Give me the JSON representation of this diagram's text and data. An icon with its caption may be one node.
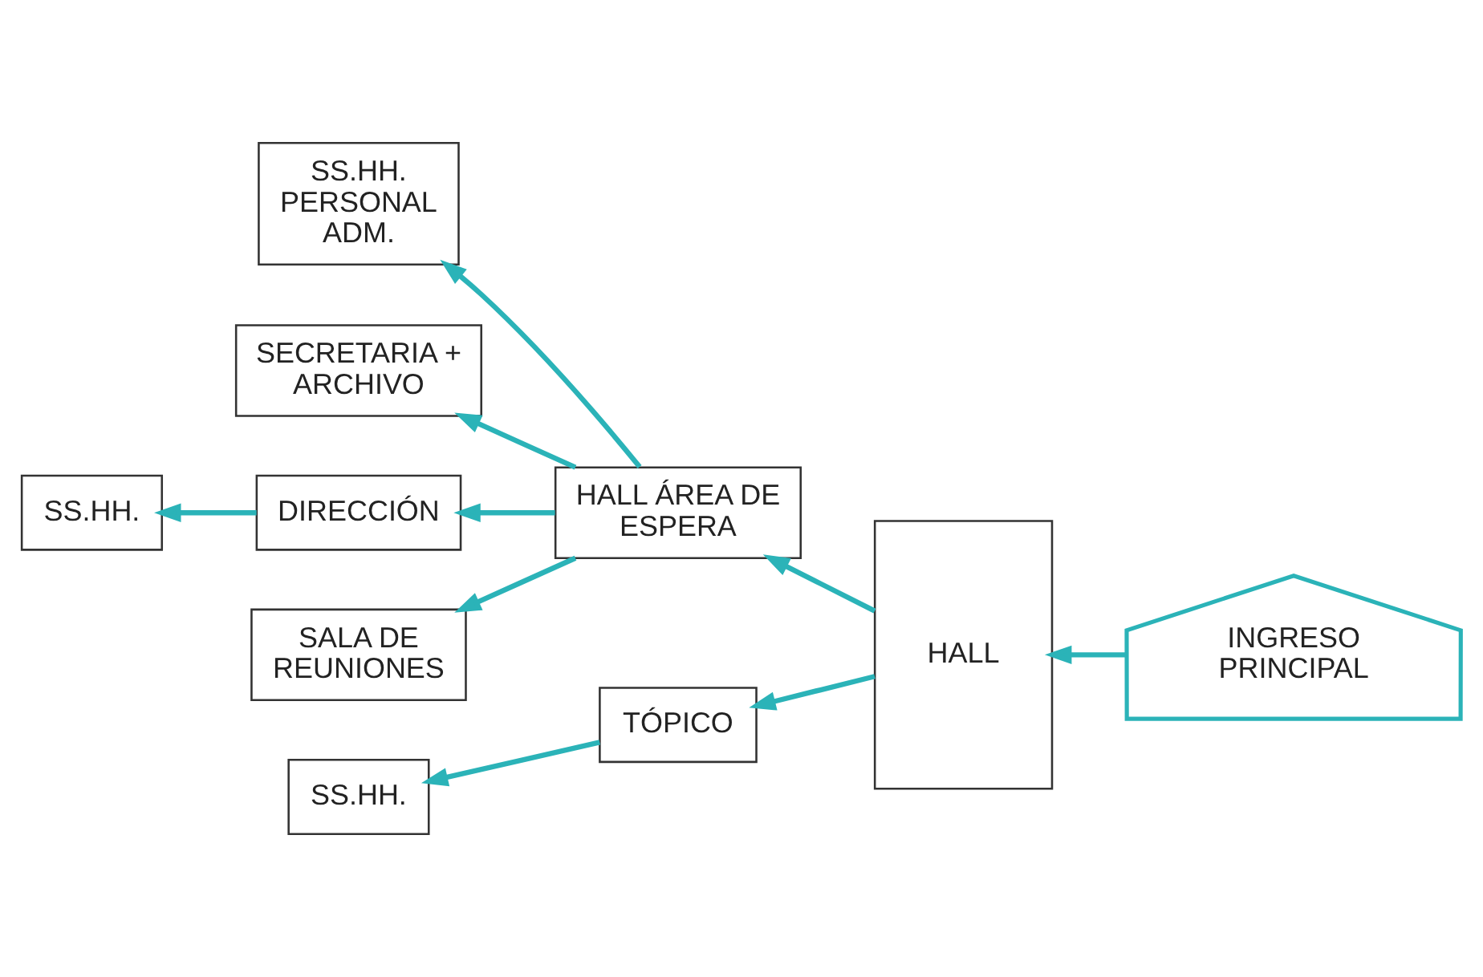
{
  "diagram": {
    "nodes": [
      {
        "text": [
          "SS.HH. PERSONAL ADM."
        ]
      },
      {
        "text": [
          "SECRETARIA + ARCHIVO"
        ]
      },
      {
        "text": [
          "HALL ÁREA DE ESPERA"
        ]
      },
      {
        "text": [
          "HALL"
        ]
      },
      {
        "text": [
          "SS.HH."
        ]
      },
      {
        "text": [
          "DIRECCIÓN"
        ]
      },
      {
        "text": [
          "TÓPICO"
        ]
      },
      {
        "text": [
          "SALA DE REUNIONES"
        ]
      },
      {
        "text": [
          "SS.HH."
        ]
      },
      {
        "text": [
          "INGRESO PRINCIPAL"
        ]
      }
    ],
    "edges": [
      {
        "from": 2,
        "to": 0,
        "arrow": "to"
      },
      {
        "from": 2,
        "to": 1,
        "arrow": "to"
      },
      {
        "from": 3,
        "to": 2,
        "arrow": "to"
      },
      {
        "from": 2,
        "to": 5,
        "arrow": "to"
      },
      {
        "from": 5,
        "to": 4,
        "arrow": "to"
      },
      {
        "from": 2,
        "to": 7,
        "arrow": "to"
      },
      {
        "from": 3,
        "to": 6,
        "arrow": "to"
      },
      {
        "from": 6,
        "to": 8,
        "arrow": "to"
      },
      {
        "from": 9,
        "to": 3,
        "arrow": "to"
      }
    ]
  }
}
